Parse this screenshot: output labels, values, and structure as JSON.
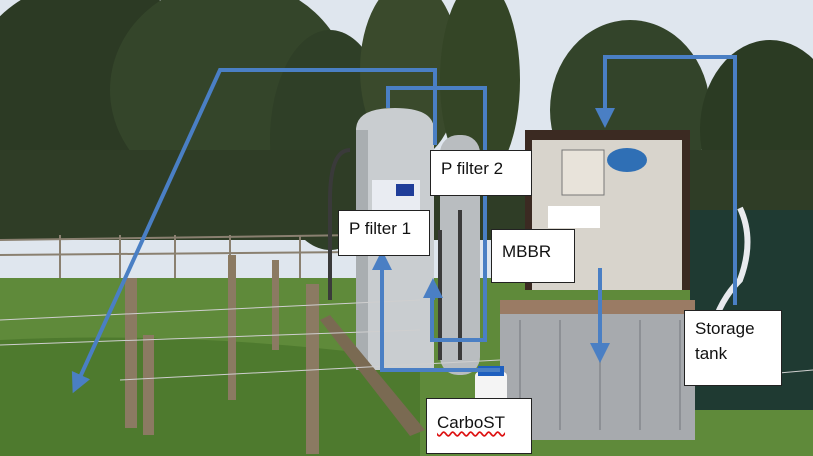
{
  "labels": {
    "p_filter_2": "P filter 2",
    "p_filter_1": "P filter 1",
    "mbbr": "MBBR",
    "storage_tank": "Storage tank",
    "carbost": "CarboST"
  },
  "colors": {
    "arrow": "#4a7fc4",
    "sky": "#dfe6ee",
    "grass": "#5f8a3a",
    "tank_silver": "#c9cdd0",
    "tree": "#2c3a24"
  }
}
